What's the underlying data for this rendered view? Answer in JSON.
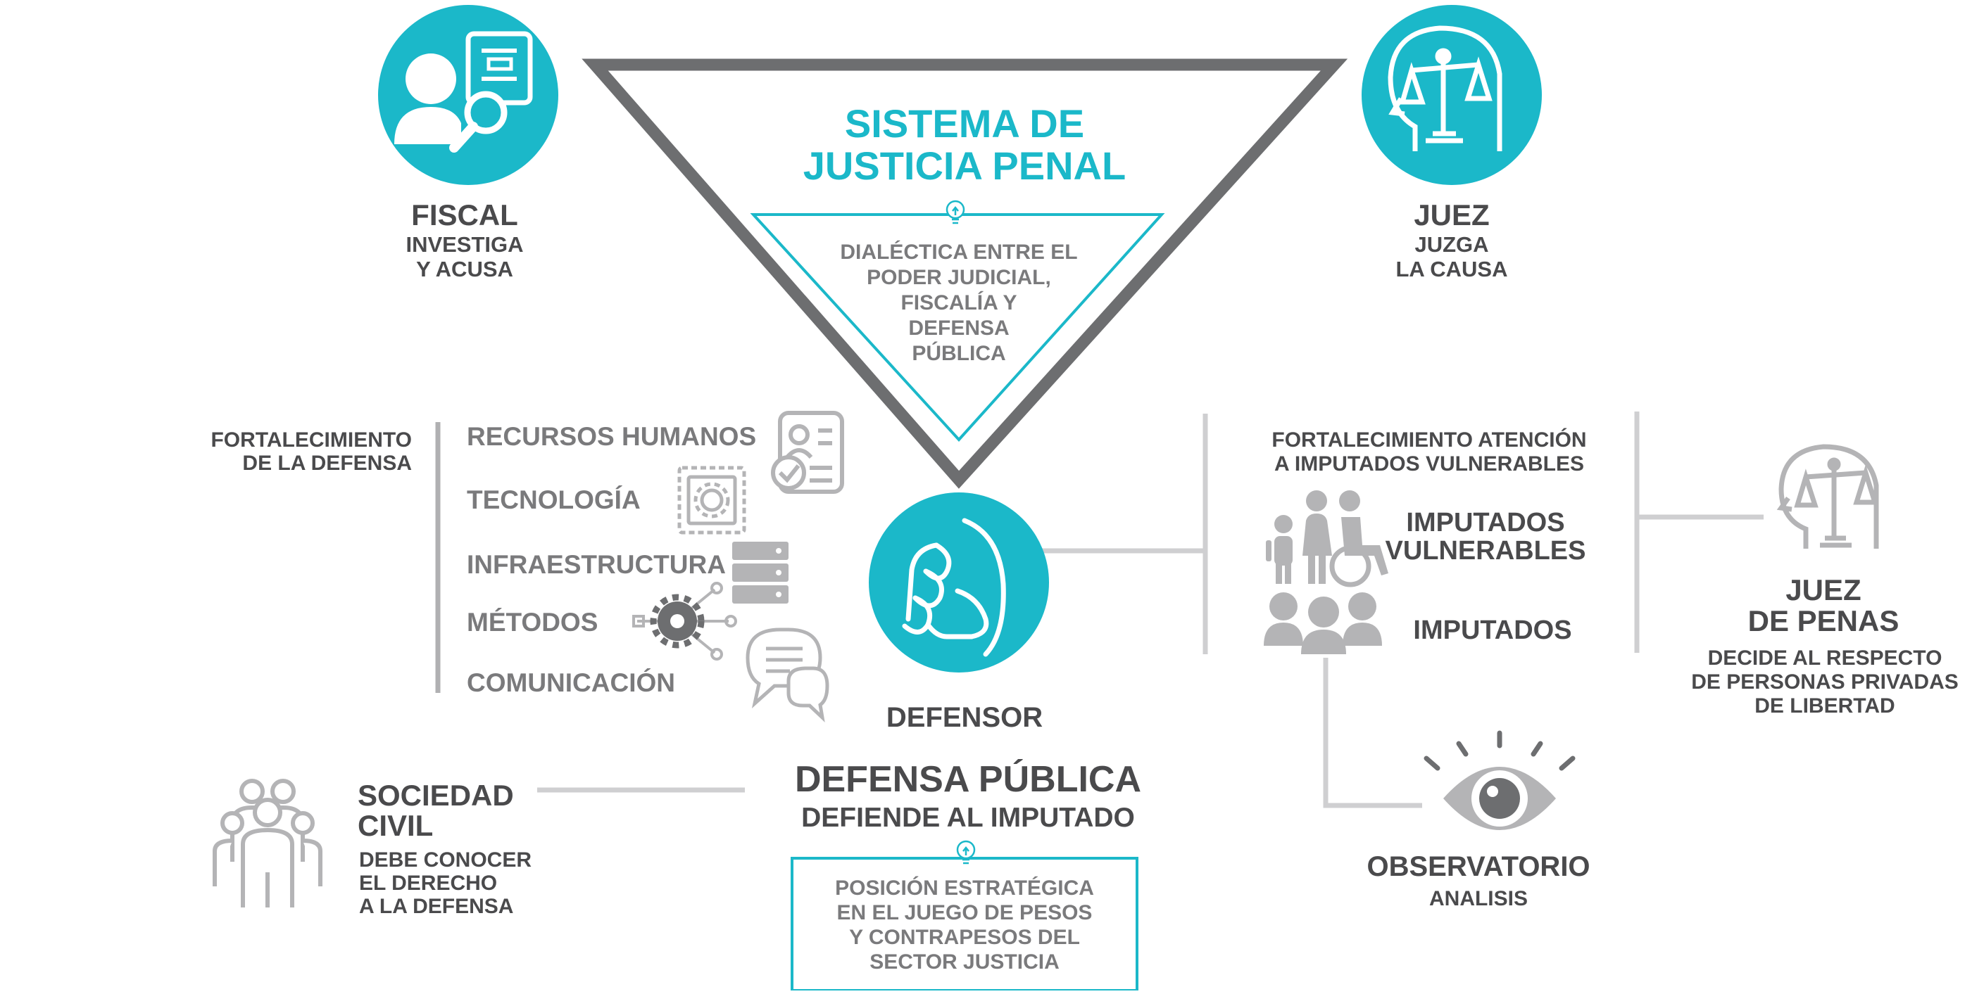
{
  "colors": {
    "accent": "#1BB8C9",
    "dark_text": "#4A4A4C",
    "gray_text": "#7A7A7C",
    "icon_gray": "#B4B4B6",
    "triangle_stroke": "#6D6E70",
    "line_gray": "#CFCFD1"
  },
  "triangle": {
    "title_line1": "SISTEMA DE",
    "title_line2": "JUSTICIA PENAL",
    "inner_lines": [
      "DIALÉCTICA ENTRE EL",
      "PODER JUDICIAL,",
      "FISCALÍA Y",
      "DEFENSA",
      "PÚBLICA"
    ]
  },
  "fiscal": {
    "title": "FISCAL",
    "line1": "INVESTIGA",
    "line2": "Y ACUSA",
    "icon": "prosecutor-search-icon"
  },
  "juez": {
    "title": "JUEZ",
    "line1": "JUZGA",
    "line2": "LA CAUSA",
    "icon": "head-scales-icon"
  },
  "fortalecimiento_defensa": {
    "label_line1": "FORTALECIMIENTO",
    "label_line2": "DE LA DEFENSA",
    "items": [
      {
        "label": "RECURSOS HUMANOS",
        "icon": "resume-check-icon"
      },
      {
        "label": "TECNOLOGÍA",
        "icon": "chip-gear-icon"
      },
      {
        "label": "INFRAESTRUCTURA",
        "icon": "server-rack-icon"
      },
      {
        "label": "MÉTODOS",
        "icon": "gear-network-icon"
      },
      {
        "label": "COMUNICACIÓN",
        "icon": "chat-bubbles-icon"
      }
    ]
  },
  "defensor": {
    "title": "DEFENSOR",
    "icon": "handshake-icon"
  },
  "defensa_publica": {
    "title": "DEFENSA PÚBLICA",
    "subtitle": "DEFIENDE AL IMPUTADO",
    "box_lines": [
      "POSICIÓN ESTRATÉGICA",
      "EN EL JUEGO DE PESOS",
      "Y CONTRAPESOS DEL",
      "SECTOR JUSTICIA"
    ]
  },
  "sociedad_civil": {
    "title_line1": "SOCIEDAD",
    "title_line2": "CIVIL",
    "desc_lines": [
      "DEBE CONOCER",
      "EL DERECHO",
      "A LA DEFENSA"
    ],
    "icon": "group-people-icon"
  },
  "fortalecimiento_atencion": {
    "label_line1": "FORTALECIMIENTO ATENCIÓN",
    "label_line2": "A IMPUTADOS VULNERABLES",
    "vulnerables_line1": "IMPUTADOS",
    "vulnerables_line2": "VULNERABLES",
    "imputados": "IMPUTADOS"
  },
  "juez_penas": {
    "title_line1": "JUEZ",
    "title_line2": "DE PENAS",
    "desc_lines": [
      "DECIDE AL RESPECTO",
      "DE PERSONAS PRIVADAS",
      "DE LIBERTAD"
    ]
  },
  "observatorio": {
    "title": "OBSERVATORIO",
    "subtitle": "ANALISIS",
    "icon": "eye-icon"
  }
}
